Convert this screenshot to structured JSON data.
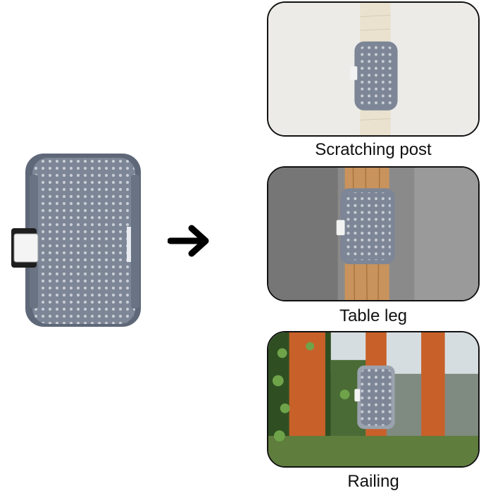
{
  "captions": {
    "scratching_post": "Scratching post",
    "table_leg": "Table leg",
    "railing": "Railing"
  },
  "colors": {
    "brush": "#7d8696",
    "brush_dark": "#5f6878",
    "bristle": "#c9ced6",
    "post_sisal": "#eae2cf",
    "wood": "#c8935c",
    "railing_wood": "#c8602a",
    "foliage": "#3d6b2a"
  },
  "icons": {
    "arrow": "right-arrow-icon"
  }
}
